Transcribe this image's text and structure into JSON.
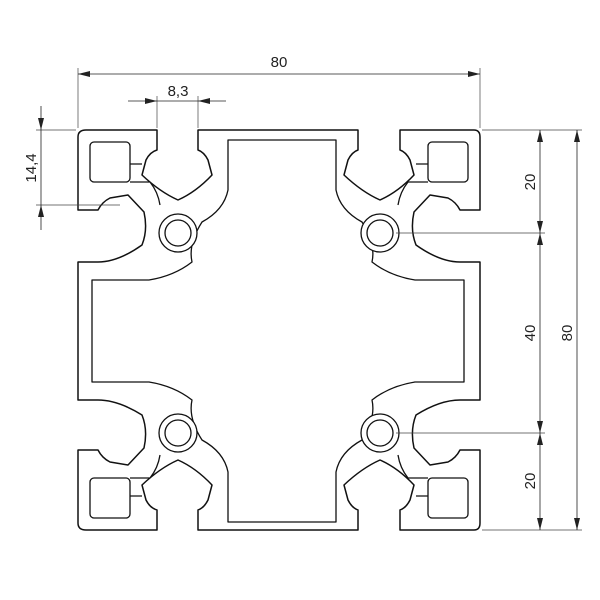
{
  "dimensions": {
    "overall_width": "80",
    "slot_width": "8,3",
    "slot_depth": "14,4",
    "right_upper": "20",
    "right_middle": "40",
    "right_lower": "20",
    "overall_height": "80"
  },
  "colors": {
    "line": "#111111",
    "background": "#ffffff"
  }
}
